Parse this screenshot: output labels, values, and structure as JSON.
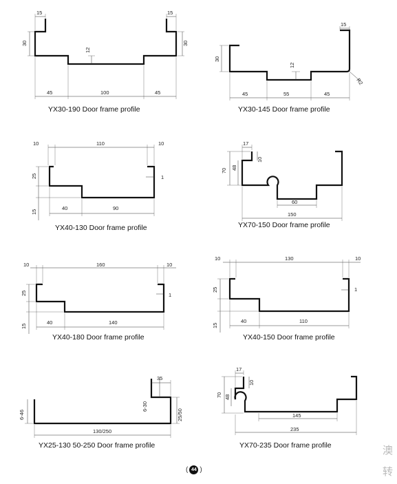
{
  "profiles": [
    {
      "caption": "YX30-190 Door frame profile",
      "dims": [
        "15",
        "15",
        "30",
        "30",
        "12",
        "45",
        "100",
        "45"
      ]
    },
    {
      "caption": "YX30-145 Door frame profile",
      "dims": [
        "15",
        "30",
        "12",
        "45",
        "55",
        "45",
        "R2"
      ]
    },
    {
      "caption": "YX40-130 Door frame profile",
      "dims": [
        "10",
        "110",
        "10",
        "25",
        "1",
        "15",
        "40",
        "90"
      ]
    },
    {
      "caption": "YX70-150 Door frame profile",
      "dims": [
        "17",
        "10",
        "70",
        "48",
        "60",
        "150"
      ]
    },
    {
      "caption": "YX40-180 Door frame profile",
      "dims": [
        "10",
        "160",
        "10",
        "25",
        "1",
        "15",
        "40",
        "140"
      ]
    },
    {
      "caption": "YX40-150 Door frame profile",
      "dims": [
        "10",
        "130",
        "10",
        "25",
        "1",
        "15",
        "40",
        "110"
      ]
    },
    {
      "caption": "YX25-130 50-250 Door frame profile",
      "dims": [
        "35",
        "6-30",
        "6-46",
        "25/50",
        "130/250"
      ]
    },
    {
      "caption": "YX70-235 Door frame profile",
      "dims": [
        "17",
        "10",
        "70",
        "48",
        "145",
        "235"
      ]
    }
  ],
  "page_number": "44",
  "page_number_open": "(",
  "page_number_close": ")",
  "watermark": [
    "澳",
    "转"
  ]
}
